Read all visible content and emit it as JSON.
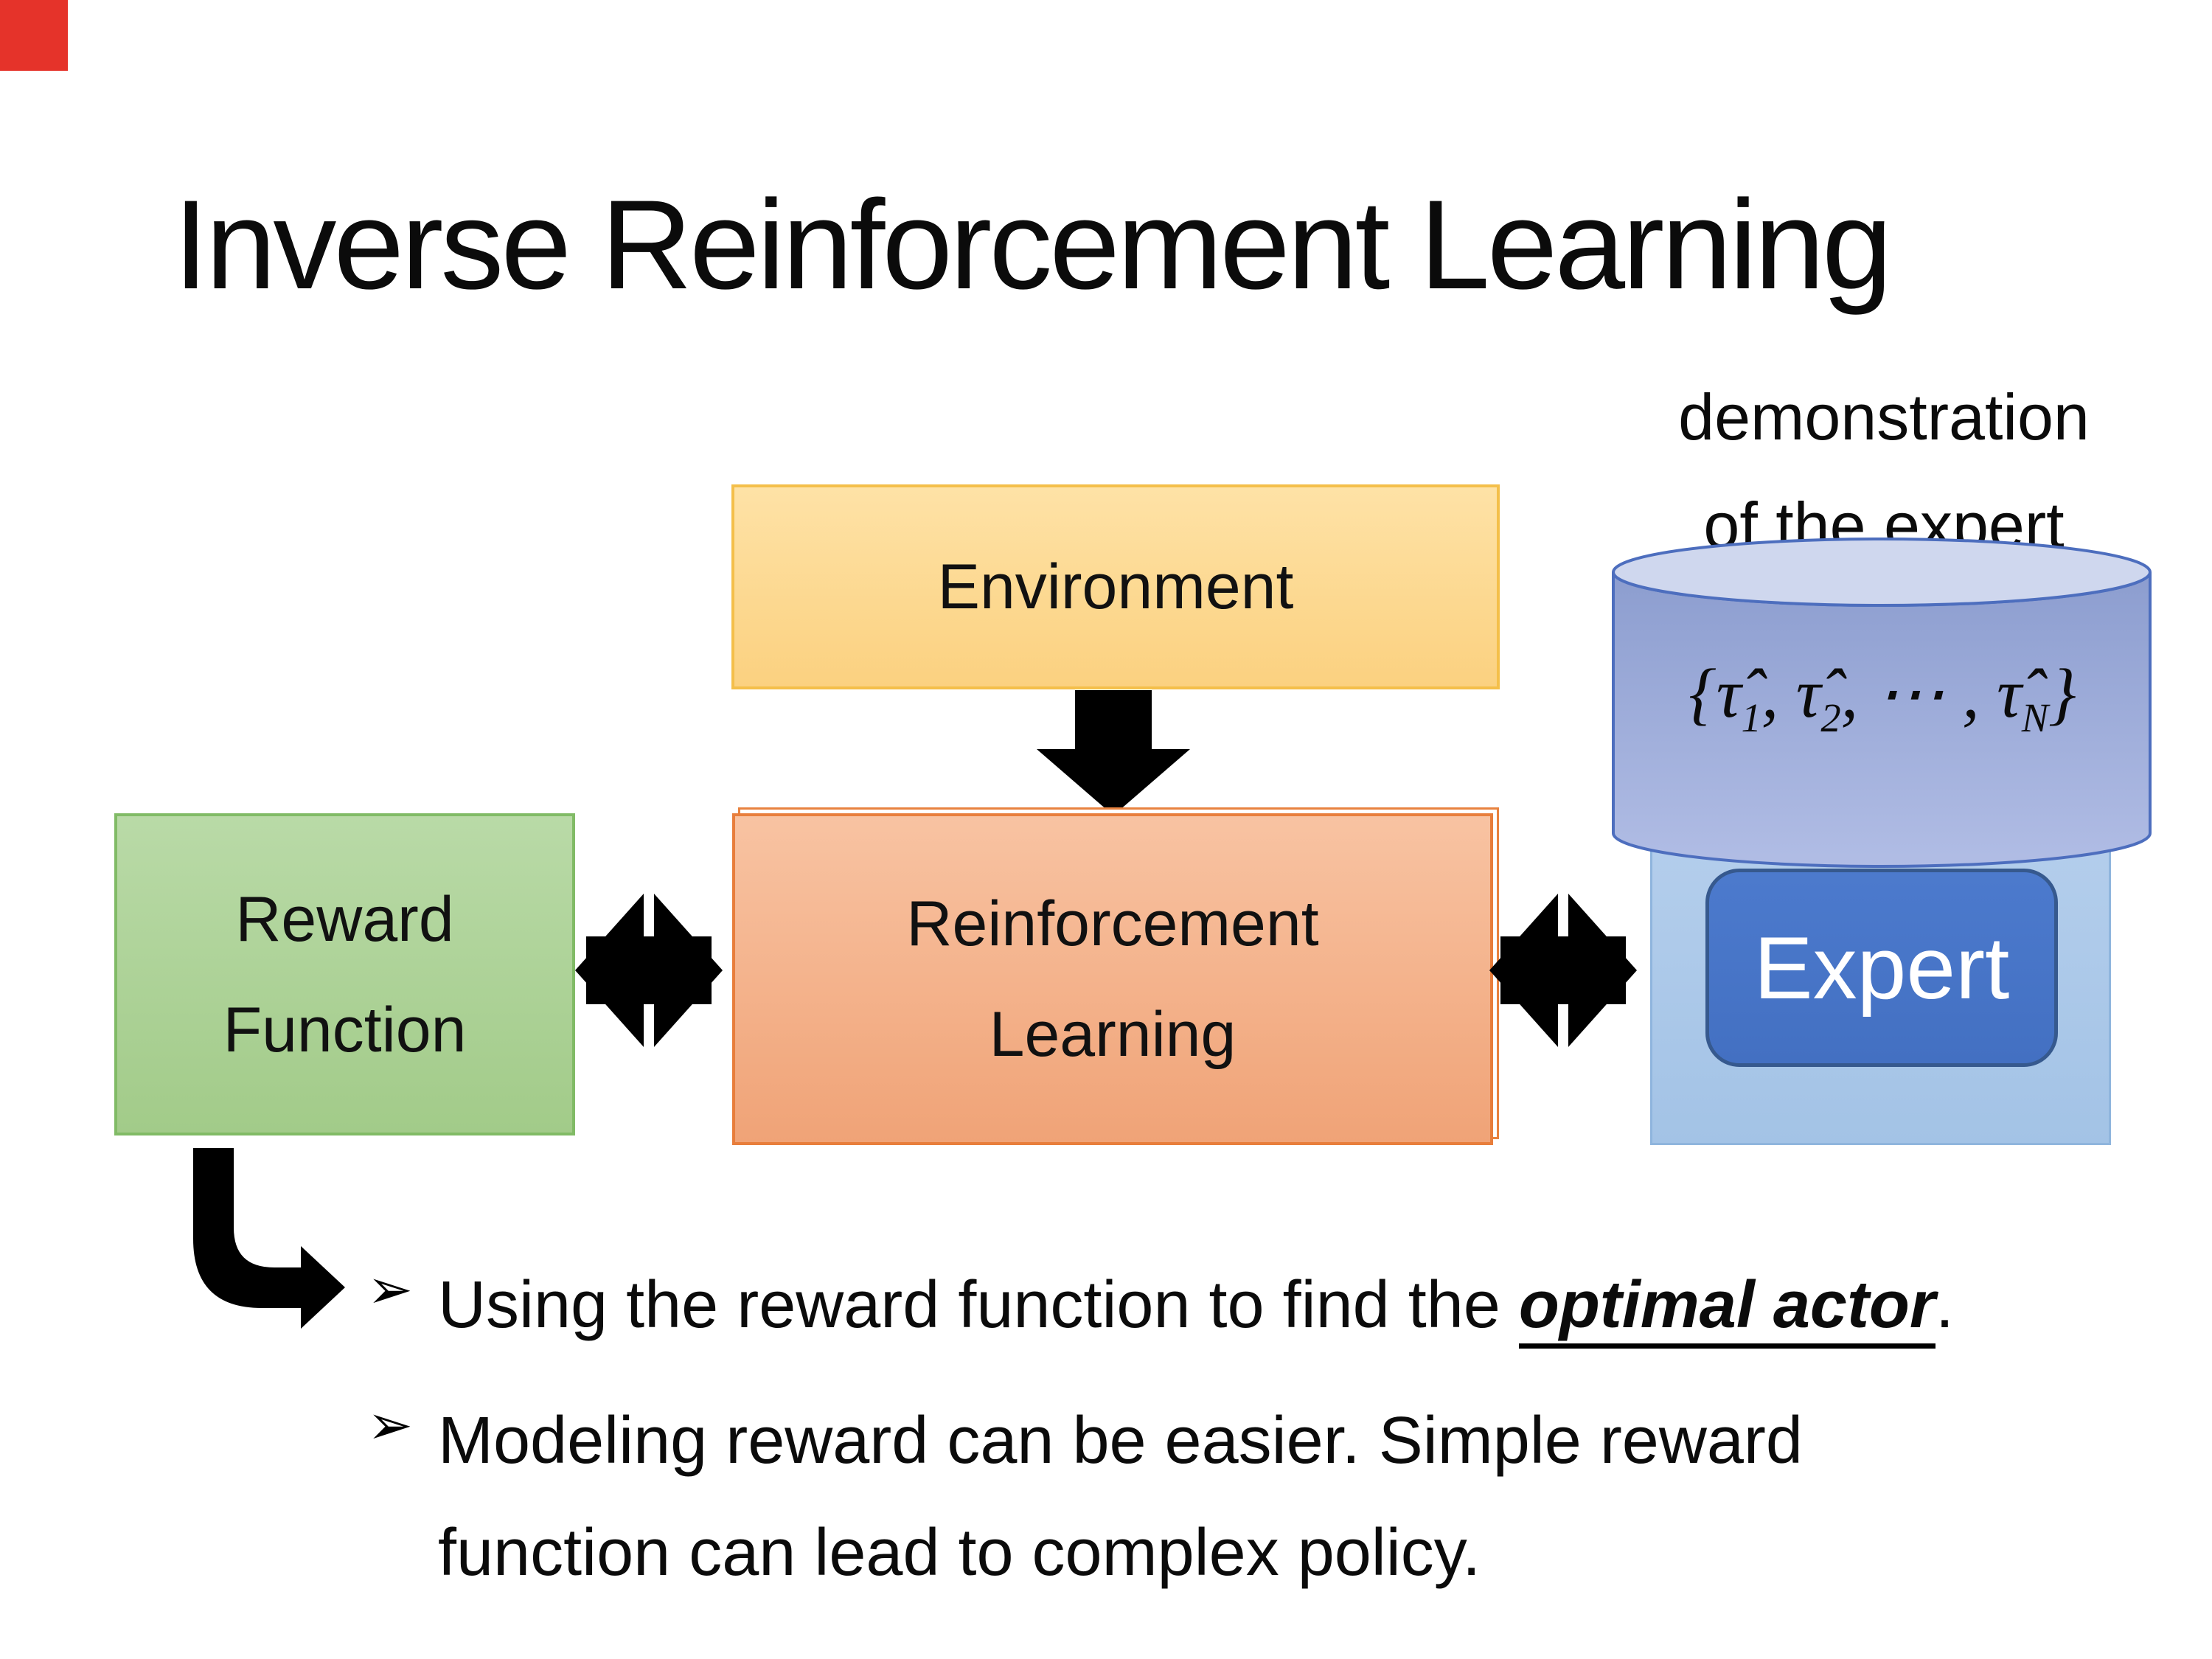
{
  "slide": {
    "title": "Inverse Reinforcement Learning"
  },
  "diagram": {
    "environment": {
      "label": "Environment"
    },
    "reward_function": {
      "line1": "Reward",
      "line2": "Function"
    },
    "reinforcement_learning": {
      "line1": "Reinforcement",
      "line2": "Learning"
    },
    "expert": {
      "label": "Expert"
    },
    "demonstration_caption": {
      "line1": "demonstration",
      "line2": "of the expert"
    },
    "formula": {
      "p1": "{τ̂",
      "s1": "1",
      "p2": ", τ̂",
      "s2": "2",
      "p3": ", ⋯ , τ̂",
      "s3": "N",
      "p4": "}"
    }
  },
  "bullets": {
    "marker": "➢",
    "item1": {
      "prefix": "Using the reward function to find the ",
      "emphasis": "optimal actor",
      "suffix": "."
    },
    "item2": {
      "line1": "Modeling reward can be easier. Simple reward",
      "line2": "function can lead to complex policy."
    }
  },
  "colors": {
    "corner_marker": "#e5332a",
    "environment_fill_top": "#fee2a6",
    "environment_fill_bottom": "#fbd180",
    "environment_border": "#f4bf4a",
    "reward_fill_top": "#b9daa7",
    "reward_fill_bottom": "#a2cb89",
    "reward_border": "#81bb66",
    "rl_fill_top": "#f8c3a2",
    "rl_fill_bottom": "#f0a377",
    "rl_border": "#e87e3c",
    "expert_panel_fill": "#aecbec",
    "expert_panel_border": "#8fb5dd",
    "expert_fill": "#4673c6",
    "expert_border": "#36598e",
    "expert_text": "#ffffff",
    "cylinder_body_top": "#8c9dcf",
    "cylinder_body_bottom": "#b1bde5",
    "cylinder_top_face": "#cfd7ee",
    "cylinder_border": "#4d6ebe",
    "arrow_color": "#000000",
    "text_color": "#000000"
  }
}
